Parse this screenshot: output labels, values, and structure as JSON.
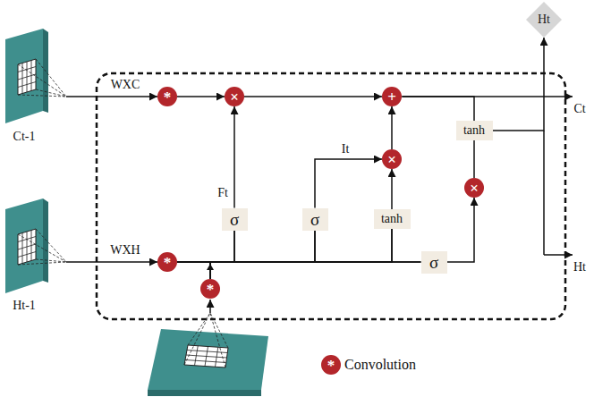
{
  "diagram": {
    "nodes": [
      {
        "text": [
          "Ht"
        ]
      },
      {
        "text": [
          "*"
        ]
      },
      {
        "text": [
          "×"
        ]
      },
      {
        "text": [
          "+"
        ]
      },
      {
        "text": [
          "×"
        ]
      },
      {
        "text": [
          "tanh"
        ]
      },
      {
        "text": [
          "×"
        ]
      },
      {
        "text": [
          "σ"
        ]
      },
      {
        "text": [
          "σ"
        ]
      },
      {
        "text": [
          "tanh"
        ]
      },
      {
        "text": [
          "σ"
        ]
      },
      {
        "text": [
          "*"
        ]
      },
      {
        "text": [
          "*"
        ]
      }
    ],
    "edges": [
      {
        "from": 1,
        "to": 2,
        "arrow": "to"
      },
      {
        "from": 2,
        "to": 3,
        "arrow": "to"
      },
      {
        "from": 7,
        "to": 2,
        "arrow": "to"
      },
      {
        "from": 8,
        "to": 4,
        "arrow": "to"
      },
      {
        "from": 9,
        "to": 4,
        "arrow": "to"
      },
      {
        "from": 4,
        "to": 3,
        "arrow": "to"
      },
      {
        "from": 3,
        "to": 5,
        "arrow": "none"
      },
      {
        "from": 5,
        "to": 6,
        "arrow": "none"
      },
      {
        "from": 10,
        "to": 6,
        "arrow": "to"
      },
      {
        "from": 5,
        "to": 0,
        "arrow": "to"
      },
      {
        "from": 11,
        "to": 7,
        "arrow": "none"
      },
      {
        "from": 11,
        "to": 8,
        "arrow": "none"
      },
      {
        "from": 11,
        "to": 9,
        "arrow": "none"
      },
      {
        "from": 11,
        "to": 10,
        "arrow": "none"
      },
      {
        "from": 12,
        "to": 7,
        "arrow": "none"
      },
      {
        "from": 12,
        "to": 8,
        "arrow": "none"
      },
      {
        "from": 12,
        "to": 9,
        "arrow": "none"
      },
      {
        "from": 12,
        "to": 10,
        "arrow": "none"
      }
    ],
    "labels": [
      "WXC",
      "Ct-1",
      "Ft",
      "It",
      "Ct",
      "Ht",
      "WXH",
      "Ht-1",
      "*"
    ],
    "legend": [
      {
        "text": "Convolution"
      }
    ]
  }
}
